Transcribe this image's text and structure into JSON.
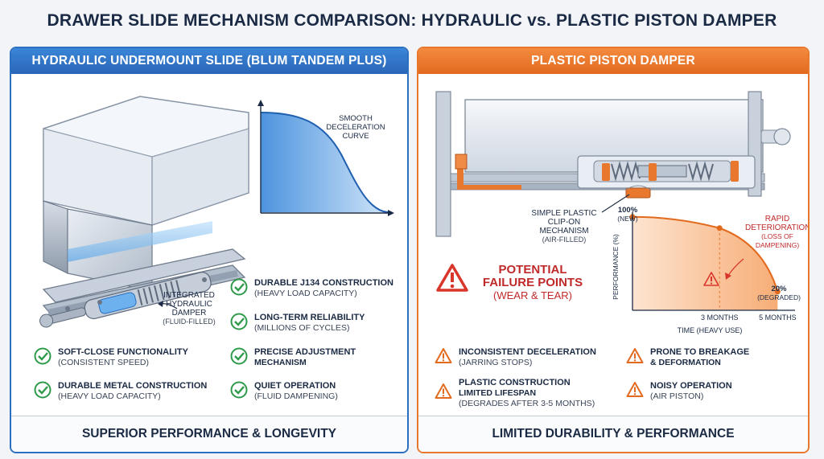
{
  "title": "DRAWER SLIDE MECHANISM COMPARISON: HYDRAULIC vs. PLASTIC PISTON DAMPER",
  "left": {
    "header": "HYDRAULIC UNDERMOUNT SLIDE (BLUM TANDEM PLUS)",
    "curve_label": [
      "SMOOTH",
      "DECELERATION",
      "CURVE"
    ],
    "damper_label": [
      "INTEGRATED",
      "HYDRAULIC",
      "DAMPER"
    ],
    "damper_sub": "(FLUID-FILLED)",
    "features": [
      {
        "t1": "DURABLE J134 CONSTRUCTION",
        "t2": "(HEAVY LOAD CAPACITY)"
      },
      {
        "t1": "LONG-TERM RELIABILITY",
        "t2": "(MILLIONS OF CYCLES)"
      },
      {
        "t1": "PRECISE ADJUSTMENT",
        "t2": "MECHANISM"
      },
      {
        "t1": "QUIET OPERATION",
        "t2": "(FLUID DAMPENING)"
      },
      {
        "t1": "SOFT-CLOSE FUNCTIONALITY",
        "t2": "(CONSISTENT SPEED)"
      },
      {
        "t1": "DURABLE METAL CONSTRUCTION",
        "t2": "(HEAVY LOAD CAPACITY)"
      }
    ],
    "footer": "SUPERIOR PERFORMANCE & LONGEVITY",
    "colors": {
      "accent": "#2b6fc0",
      "check": "#2e9a4a"
    }
  },
  "right": {
    "header": "PLASTIC PISTON DAMPER",
    "clip_label": [
      "SIMPLE PLASTIC",
      "CLIP-ON",
      "MECHANISM"
    ],
    "clip_sub": "(AIR-FILLED)",
    "failure_title": [
      "POTENTIAL",
      "FAILURE POINTS"
    ],
    "failure_sub": "(WEAR & TEAR)",
    "features": [
      {
        "t1": "INCONSISTENT DECELERATION",
        "t2": "(JARRING STOPS)"
      },
      {
        "t1": "PRONE TO BREAKAGE",
        "t2": "& DEFORMATION"
      },
      {
        "t1": "PLASTIC CONSTRUCTION",
        "t2": "LIMITED LIFESPAN",
        "t3": "(DEGRADES AFTER 3-5 MONTHS)"
      },
      {
        "t1": "NOISY OPERATION",
        "t2": "(AIR PISTON)"
      }
    ],
    "footer": "LIMITED DURABILITY & PERFORMANCE",
    "colors": {
      "accent": "#e8782e",
      "warn": "#d9362b"
    }
  },
  "chart_data": {
    "type": "line",
    "ylabel": "PERFORMANCE (%)",
    "xlabel": "TIME (HEAVY USE)",
    "x_ticks": [
      "3 MONTHS",
      "5 MONTHS"
    ],
    "points": [
      {
        "x": 0,
        "y": 100
      },
      {
        "x": 3,
        "y": 88
      },
      {
        "x": 5,
        "y": 20
      }
    ],
    "xlim": [
      0,
      5.6
    ],
    "ylim": [
      0,
      105
    ],
    "annotations": {
      "top_label": [
        "100%",
        "(NEW)"
      ],
      "end_label": [
        "20%",
        "(DEGRADED)"
      ],
      "rapid": [
        "RAPID",
        "DETERIORATION",
        "(LOSS OF DAMPENING)"
      ]
    }
  }
}
